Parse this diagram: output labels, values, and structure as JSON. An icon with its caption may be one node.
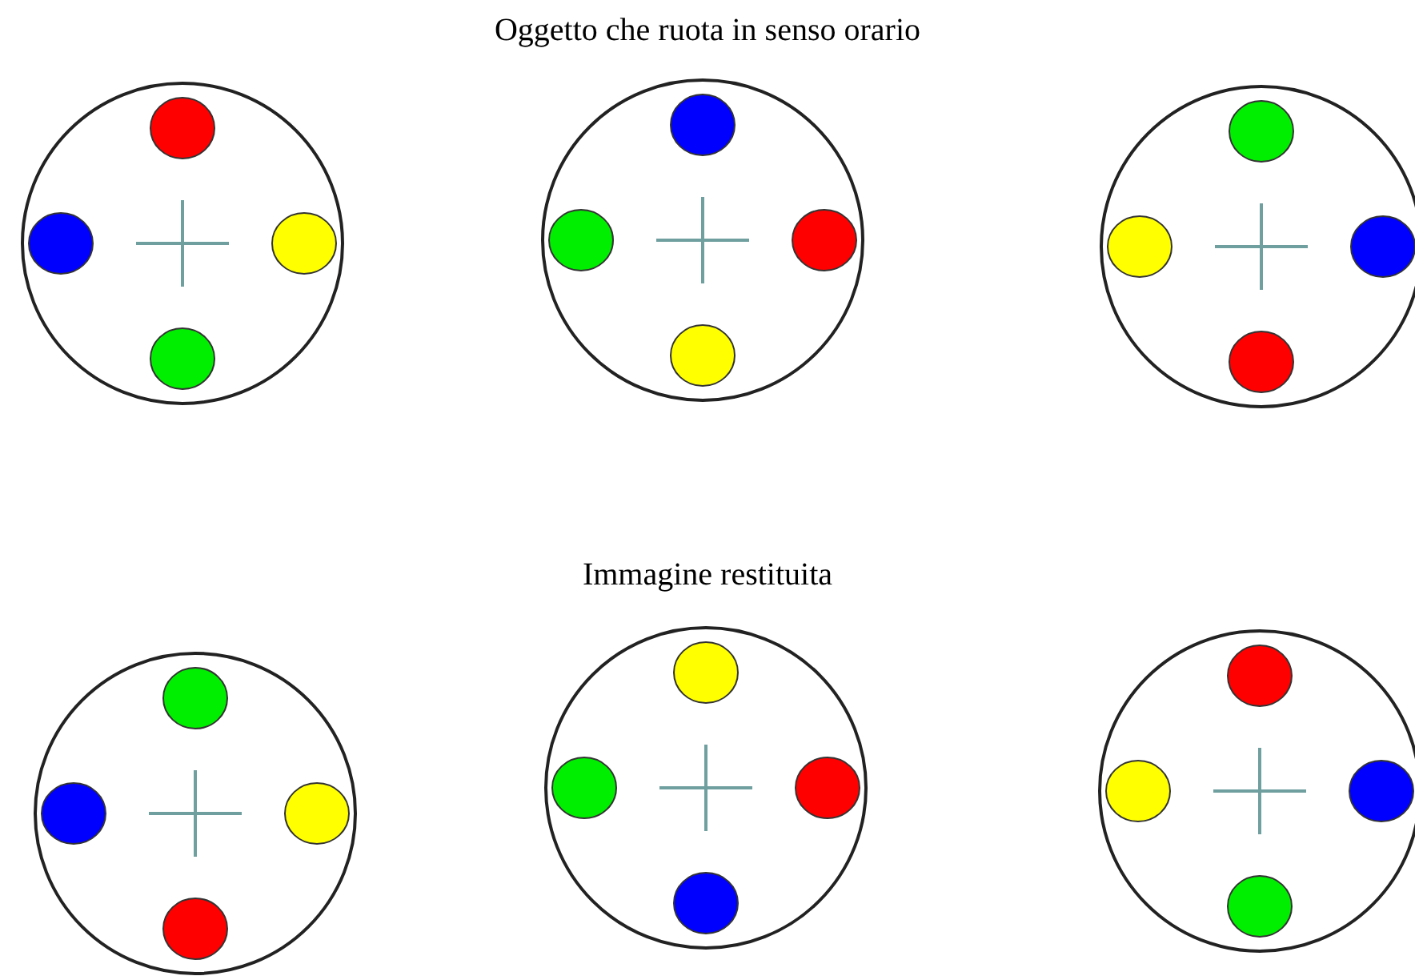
{
  "diagram": {
    "nodes": [
      {
        "text": [],
        "shape": "circle"
      },
      {
        "text": [],
        "shape": "circle"
      },
      {
        "text": [],
        "shape": "circle"
      },
      {
        "text": [],
        "shape": "circle"
      },
      {
        "text": [],
        "shape": "circle"
      },
      {
        "text": [],
        "shape": "circle"
      }
    ],
    "edges": [],
    "labels": [
      "Oggetto che ruota in senso orario",
      "Immagine restituita"
    ]
  }
}
